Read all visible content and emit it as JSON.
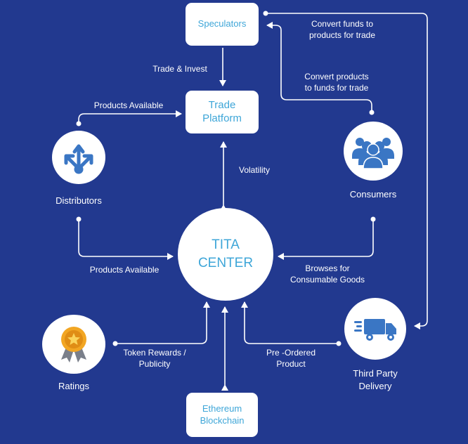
{
  "nodes": {
    "speculators": "Speculators",
    "trade_platform": "Trade\nPlatform",
    "tita_center": "TITA\nCENTER",
    "ethereum_blockchain": "Ethereum\nBlockchain",
    "distributors": "Distributors",
    "consumers": "Consumers",
    "ratings": "Ratings",
    "third_party_delivery": "Third Party\nDelivery"
  },
  "edges": {
    "convert_funds": "Convert funds to\nproducts for trade",
    "convert_products": "Convert products\nto funds for trade",
    "trade_invest": "Trade & Invest",
    "products_available_top": "Products Available",
    "volatility": "Volatility",
    "products_available_bottom": "Products Available",
    "browses": "Browses for\nConsumable Goods",
    "token_rewards": "Token Rewards /\nPublicity",
    "pre_ordered": "Pre -Ordered\nProduct"
  },
  "icons": {
    "distributors": "branching-arrows-icon",
    "consumers": "people-group-icon",
    "ratings": "award-badge-icon",
    "third_party_delivery": "delivery-truck-icon"
  },
  "colors": {
    "background": "#22398f",
    "accent": "#3ea6d8",
    "line": "#ffffff",
    "badge": "#f2a623"
  }
}
